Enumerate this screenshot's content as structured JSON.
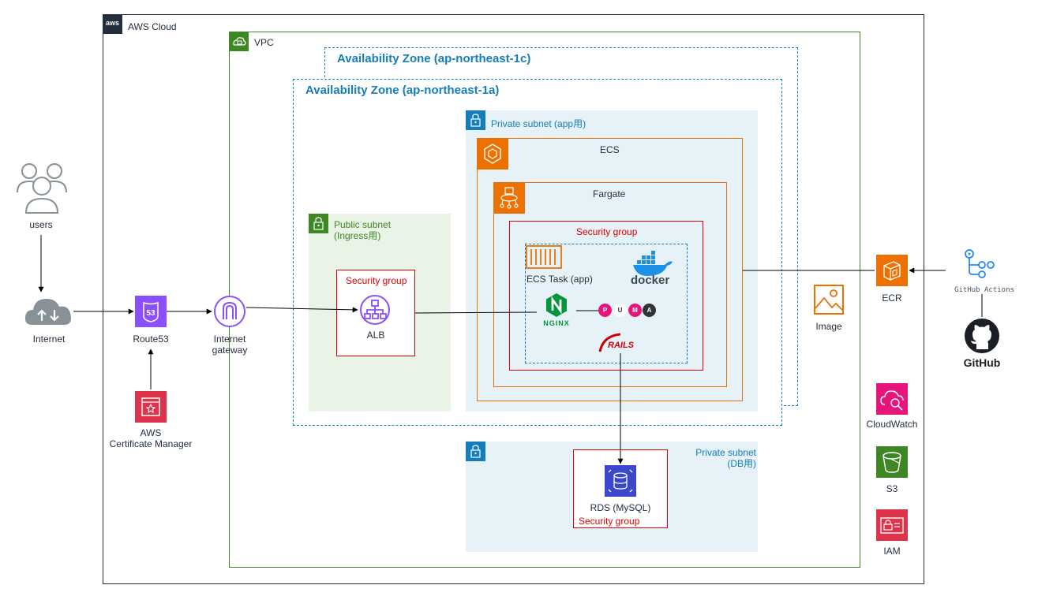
{
  "cloud": {
    "title": "AWS Cloud",
    "logo_text": "aws"
  },
  "vpc": {
    "title": "VPC"
  },
  "az": {
    "c": "Availability Zone (ap-northeast-1c)",
    "a": "Availability Zone (ap-northeast-1a)"
  },
  "subnets": {
    "public": [
      "Public subnet",
      "(Ingress用)"
    ],
    "private_app": "Private subnet (app用)",
    "private_db": [
      "Private subnet",
      "(DB用)"
    ]
  },
  "ecs": {
    "title": "ECS"
  },
  "fargate": {
    "title": "Fargate"
  },
  "security_group": "Security group",
  "task": {
    "label": "ECS Task (app)"
  },
  "nodes": {
    "users": "users",
    "internet": "Internet",
    "route53": "Route53",
    "acm": [
      "AWS",
      "Certificate Manager"
    ],
    "igw": [
      "Internet",
      "gateway"
    ],
    "alb": "ALB",
    "rds": "RDS (MySQL)",
    "image": "Image",
    "ecr": "ECR",
    "github_actions": "GitHub Actions",
    "github": "GitHub",
    "cloudwatch": "CloudWatch",
    "s3": "S3",
    "iam": "IAM"
  },
  "logos": {
    "docker": "docker",
    "nginx": "NGINX",
    "puma": [
      "P",
      "U",
      "M",
      "A"
    ],
    "rails": "RAILS"
  },
  "colors": {
    "vpc": "#3f8624",
    "az": "#147eba",
    "subnet_public_bg": "#e9f3e6",
    "subnet_private_bg": "#e6f2f8",
    "ecs": "#ed7100",
    "security_group": "#dd0000",
    "network": "#8c4fff",
    "database": "#3b48cc",
    "security": "#dd344c",
    "management": "#e7157b",
    "storage": "#3f8624"
  }
}
